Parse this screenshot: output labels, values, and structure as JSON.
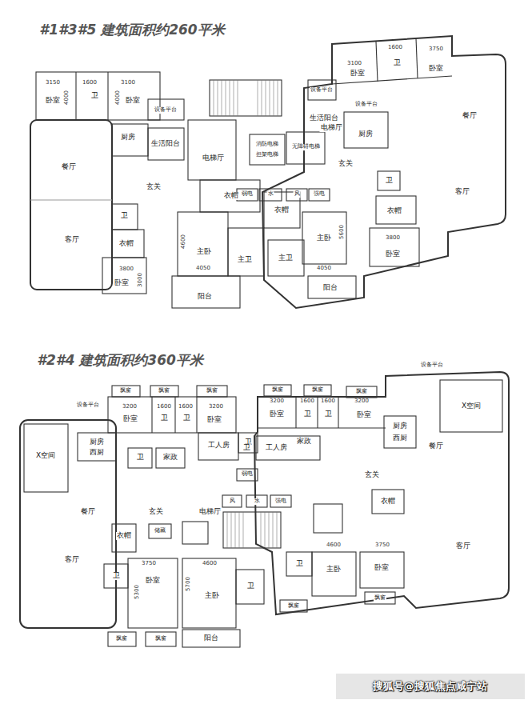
{
  "diagram": {
    "labels": [
      "#1#3#5 建筑面积约260平米",
      "3150",
      "1600",
      "3100",
      "4000",
      "4000",
      "卧室",
      "卫",
      "卧室",
      "设备平台",
      "厨房",
      "生活阳台",
      "电梯厅",
      "餐厅",
      "玄关",
      "客厅",
      "卫",
      "衣帽",
      "衣帽",
      "4600",
      "主卧",
      "主卫",
      "3800",
      "3000",
      "4050",
      "卧室",
      "阳台",
      "消防电梯",
      "担架电梯",
      "无障碍电梯",
      "电梯厅",
      "弱电",
      "水",
      "风",
      "强电",
      "3100",
      "1600",
      "3750",
      "卧室",
      "卫",
      "卧室",
      "设备平台",
      "设备平台",
      "生活阳台",
      "厨房",
      "餐厅",
      "玄关",
      "客厅",
      "卫",
      "衣帽",
      "衣帽",
      "5600",
      "主卧",
      "3800",
      "卧室",
      "主卫",
      "4050",
      "阳台",
      "#2#4 建筑面积约360平米",
      "飘窗",
      "飘窗",
      "飘窗",
      "设备平台",
      "3200",
      "1600",
      "1600",
      "3200",
      "卧室",
      "卫",
      "卫",
      "卧室",
      "厨房",
      "西厨",
      "X空间",
      "卫",
      "家政",
      "工人房",
      "卫",
      "弱电",
      "风",
      "水",
      "强电",
      "餐厅",
      "玄关",
      "电梯厅",
      "衣帽",
      "储藏",
      "客厅",
      "3750",
      "4600",
      "5300",
      "5700",
      "卫",
      "卧室",
      "主卧",
      "卫",
      "飘窗",
      "飘窗",
      "阳台",
      "设备平台",
      "飘窗",
      "飘窗",
      "飘窗",
      "3200",
      "1600",
      "1600",
      "3200",
      "卧室",
      "卫",
      "卫",
      "卧室",
      "厨房",
      "西厨",
      "X空间",
      "卫",
      "工人房",
      "家政",
      "餐厅",
      "玄关",
      "衣帽",
      "客厅",
      "4600",
      "3750",
      "卫",
      "主卧",
      "卧室",
      "飘窗",
      "飘窗",
      "搜狐号@搜狐焦点咸宁站"
    ]
  }
}
